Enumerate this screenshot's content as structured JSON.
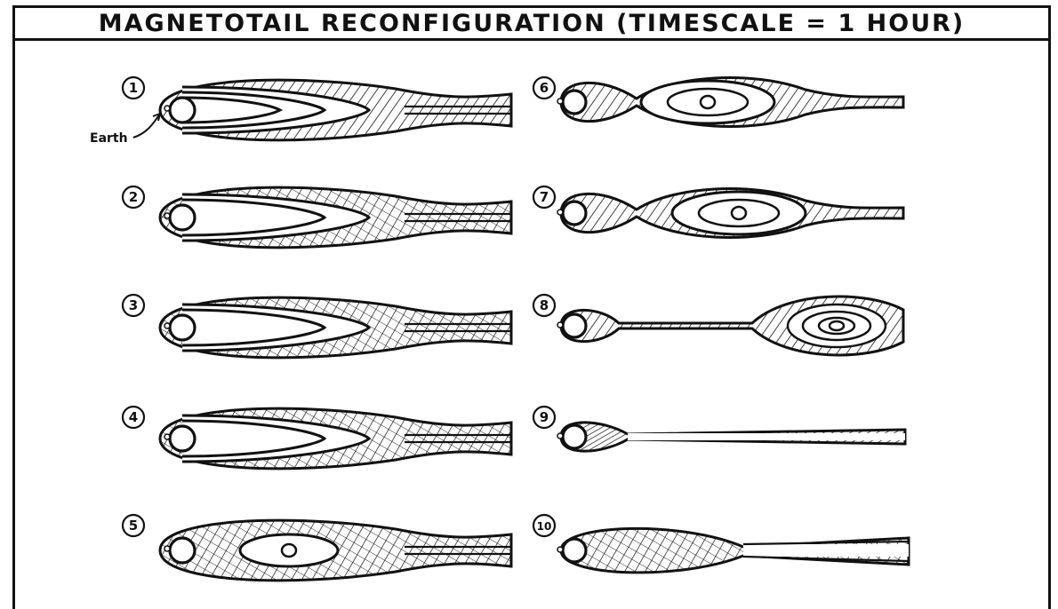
{
  "title": "MAGNETOTAIL RECONFIGURATION (TIMESCALE = 1 HOUR)",
  "earth_label": "Earth",
  "panels": [
    {
      "label": "1"
    },
    {
      "label": "2"
    },
    {
      "label": "3"
    },
    {
      "label": "4"
    },
    {
      "label": "5"
    },
    {
      "label": "6"
    },
    {
      "label": "7"
    },
    {
      "label": "8"
    },
    {
      "label": "9"
    },
    {
      "label": "10"
    }
  ]
}
